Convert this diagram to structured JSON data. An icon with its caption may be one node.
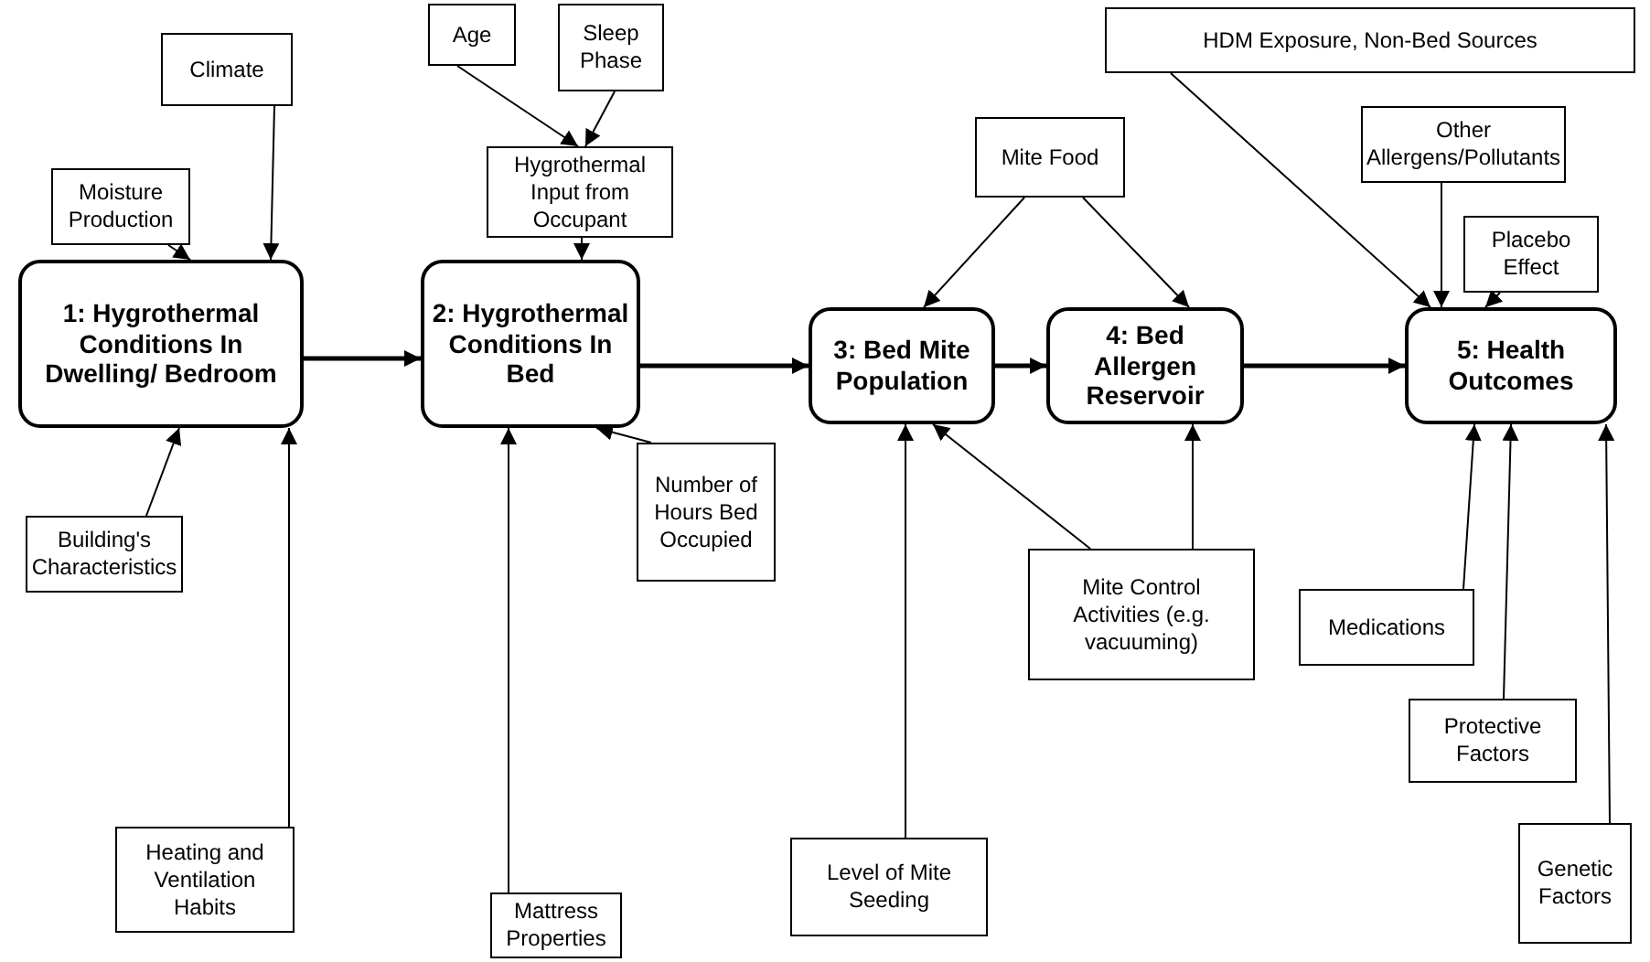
{
  "diagram": {
    "nodes": [
      {
        "text": [
          "Climate"
        ]
      },
      {
        "text": [
          "Moisture Production"
        ]
      },
      {
        "text": [
          "1: Hygrothermal Conditions In Dwelling/ Bedroom"
        ]
      },
      {
        "text": [
          "Building's Characteristics"
        ]
      },
      {
        "text": [
          "Heating and Ventilation Habits"
        ]
      },
      {
        "text": [
          "Age"
        ]
      },
      {
        "text": [
          "Sleep Phase"
        ]
      },
      {
        "text": [
          "Hygrothermal Input from Occupant"
        ]
      },
      {
        "text": [
          "2: Hygrothermal Conditions In Bed"
        ]
      },
      {
        "text": [
          "Number of Hours Bed Occupied"
        ]
      },
      {
        "text": [
          "Mattress Properties"
        ]
      },
      {
        "text": [
          "Mite Food"
        ]
      },
      {
        "text": [
          "3: Bed Mite Population"
        ]
      },
      {
        "text": [
          "4: Bed Allergen Reservoir"
        ]
      },
      {
        "text": [
          "Mite Control Activities (e.g. vacuuming)"
        ]
      },
      {
        "text": [
          "Level of Mite Seeding"
        ]
      },
      {
        "text": [
          "HDM Exposure, Non-Bed Sources"
        ]
      },
      {
        "text": [
          "Other Allergens/Pollutants"
        ]
      },
      {
        "text": [
          "Placebo Effect"
        ]
      },
      {
        "text": [
          "5: Health Outcomes"
        ]
      },
      {
        "text": [
          "Medications"
        ]
      },
      {
        "text": [
          "Protective Factors"
        ]
      },
      {
        "text": [
          "Genetic Factors"
        ]
      }
    ],
    "edges": [
      {
        "from": 0,
        "to": 2,
        "arrow": "to"
      },
      {
        "from": 1,
        "to": 2,
        "arrow": "to"
      },
      {
        "from": 3,
        "to": 2,
        "arrow": "to"
      },
      {
        "from": 4,
        "to": 2,
        "arrow": "to"
      },
      {
        "from": 2,
        "to": 8,
        "arrow": "to",
        "style": "thick"
      },
      {
        "from": 5,
        "to": 7,
        "arrow": "to"
      },
      {
        "from": 6,
        "to": 7,
        "arrow": "to"
      },
      {
        "from": 7,
        "to": 8,
        "arrow": "to"
      },
      {
        "from": 9,
        "to": 8,
        "arrow": "to"
      },
      {
        "from": 10,
        "to": 8,
        "arrow": "to"
      },
      {
        "from": 8,
        "to": 12,
        "arrow": "to",
        "style": "thick"
      },
      {
        "from": 11,
        "to": 12,
        "arrow": "to"
      },
      {
        "from": 11,
        "to": 13,
        "arrow": "to"
      },
      {
        "from": 12,
        "to": 13,
        "arrow": "to",
        "style": "thick"
      },
      {
        "from": 14,
        "to": 12,
        "arrow": "to"
      },
      {
        "from": 14,
        "to": 13,
        "arrow": "to"
      },
      {
        "from": 15,
        "to": 12,
        "arrow": "to"
      },
      {
        "from": 13,
        "to": 19,
        "arrow": "to",
        "style": "thick"
      },
      {
        "from": 16,
        "to": 19,
        "arrow": "to"
      },
      {
        "from": 17,
        "to": 19,
        "arrow": "to"
      },
      {
        "from": 18,
        "to": 19,
        "arrow": "to"
      },
      {
        "from": 20,
        "to": 19,
        "arrow": "to"
      },
      {
        "from": 21,
        "to": 19,
        "arrow": "to"
      },
      {
        "from": 22,
        "to": 19,
        "arrow": "to"
      }
    ]
  }
}
